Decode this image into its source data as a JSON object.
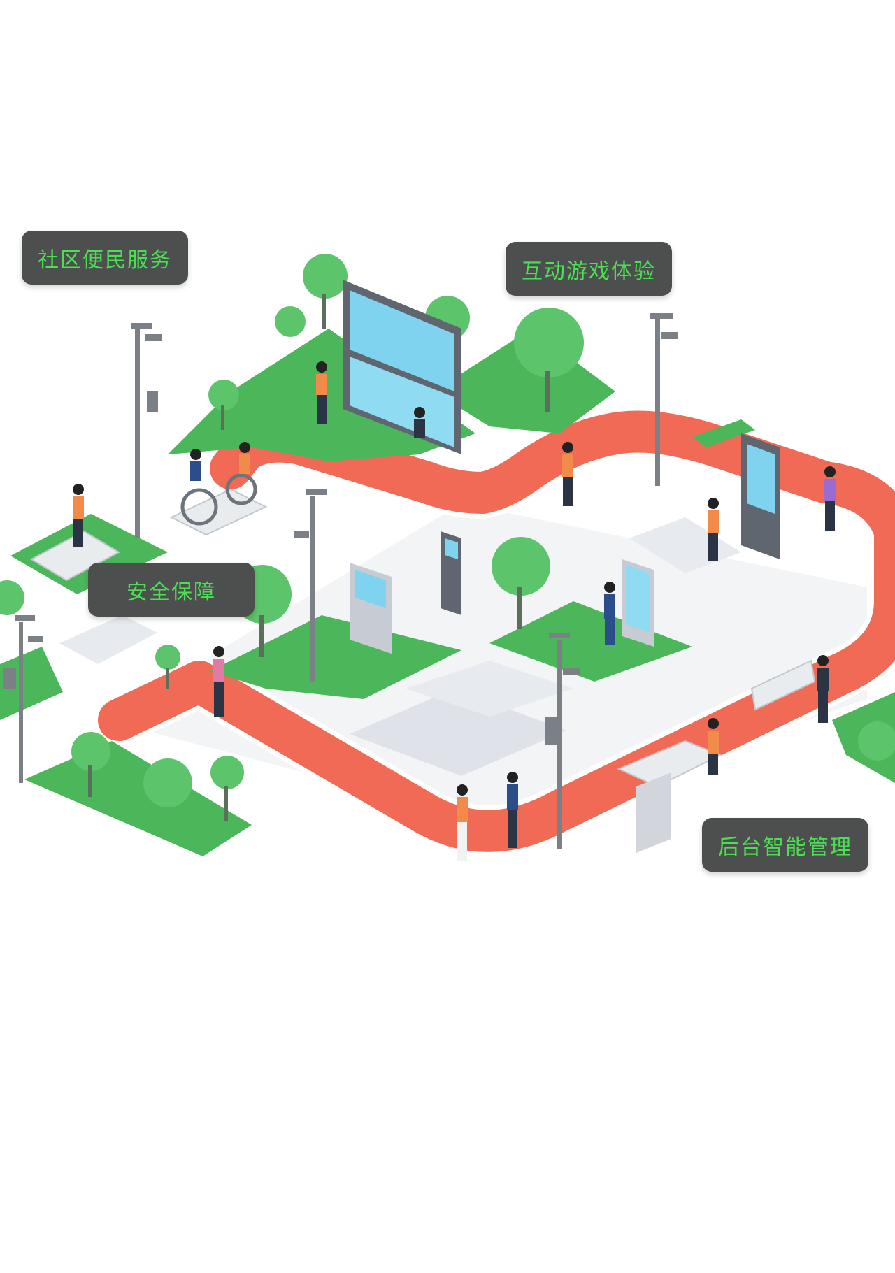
{
  "labels": [
    {
      "text": "社区便民服务"
    },
    {
      "text": "互动游戏体验"
    },
    {
      "text": "安全保障"
    },
    {
      "text": "后台智能管理"
    }
  ],
  "colors": {
    "track": "#f06a55",
    "track_edge": "#ffffff",
    "plaza": "#eef0f3",
    "grass": "#4cb75a",
    "grass_dark": "#3a9d48",
    "tree": "#5cc46a",
    "label_bg": "#4d4f4f",
    "label_text": "#4be053",
    "screen": "#7fd3ee",
    "pole": "#7b8087"
  },
  "icons": [
    "street-lamp-icon",
    "tree-icon",
    "person-icon",
    "kiosk-icon",
    "billboard-icon",
    "bench-icon",
    "exercise-bike-icon"
  ]
}
